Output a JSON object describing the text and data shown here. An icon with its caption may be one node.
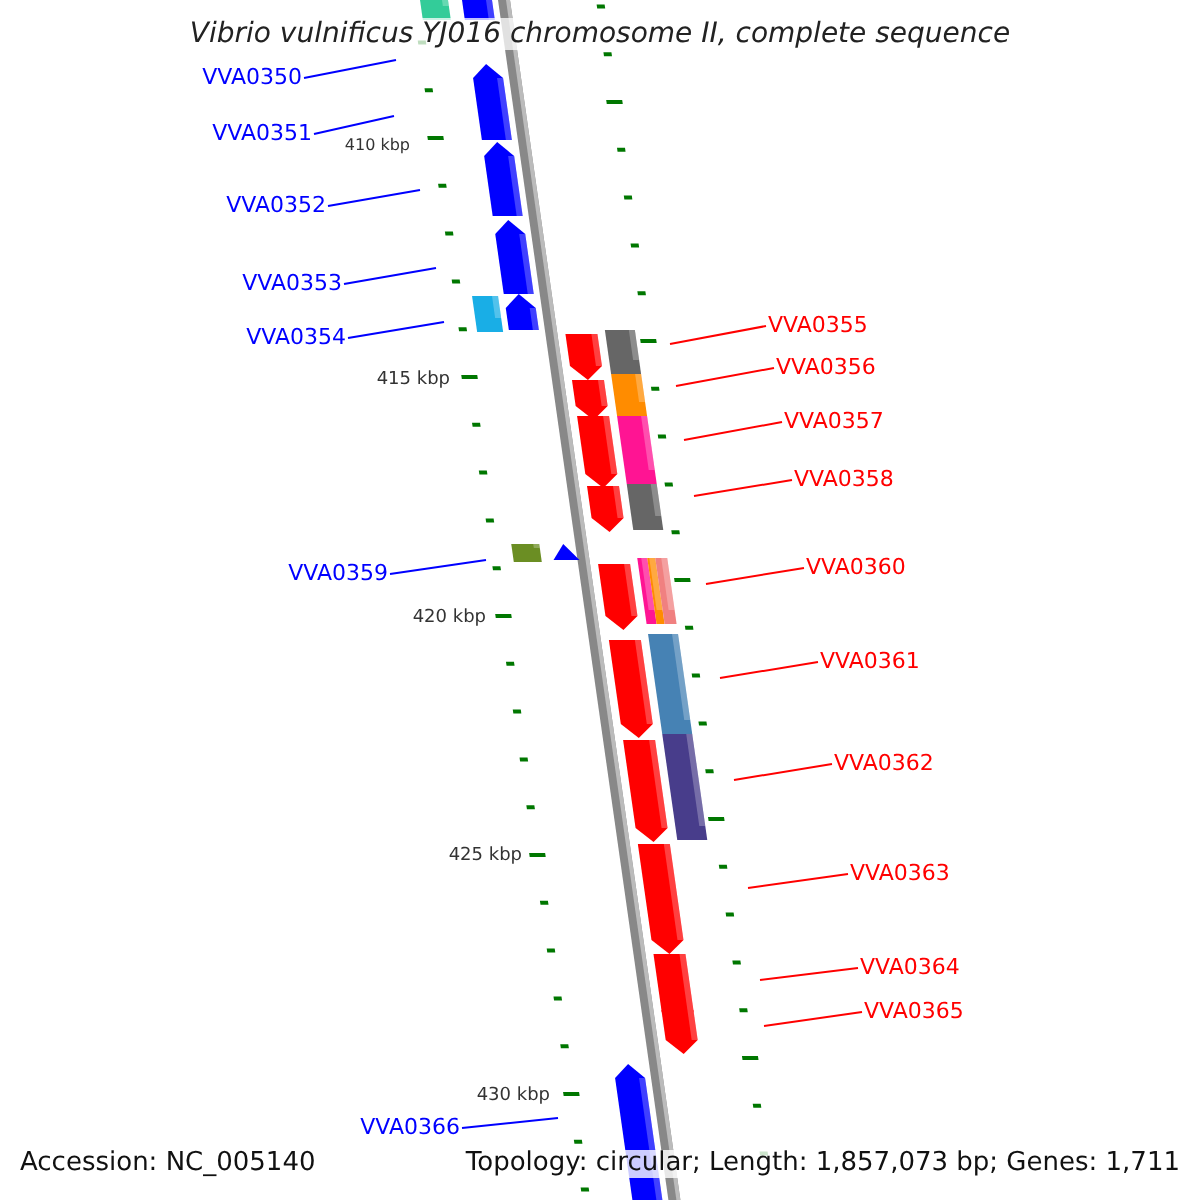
{
  "diagram": {
    "title": "Vibrio vulnificus YJ016 chromosome II, complete sequence",
    "nodes": [
      {
        "text": [
          "VVA0350"
        ]
      },
      {
        "text": [
          "VVA0351"
        ]
      },
      {
        "text": [
          "VVA0352"
        ]
      },
      {
        "text": [
          "VVA0353"
        ]
      },
      {
        "text": [
          "VVA0354"
        ]
      },
      {
        "text": [
          "VVA0355"
        ]
      },
      {
        "text": [
          "VVA0356"
        ]
      },
      {
        "text": [
          "VVA0357"
        ]
      },
      {
        "text": [
          "VVA0358"
        ]
      },
      {
        "text": [
          "VVA0359"
        ]
      },
      {
        "text": [
          "VVA0360"
        ]
      },
      {
        "text": [
          "VVA0361"
        ]
      },
      {
        "text": [
          "VVA0362"
        ]
      },
      {
        "text": [
          "VVA0363"
        ]
      },
      {
        "text": [
          "VVA0364"
        ]
      },
      {
        "text": [
          "VVA0365"
        ]
      },
      {
        "text": [
          "VVA0366"
        ]
      }
    ],
    "edges": [
      {
        "from": 0,
        "to": null,
        "arrow": "none",
        "color": "#0000ff"
      },
      {
        "from": 1,
        "to": null,
        "arrow": "none",
        "color": "#0000ff"
      },
      {
        "from": 2,
        "to": null,
        "arrow": "none",
        "color": "#0000ff"
      },
      {
        "from": 3,
        "to": null,
        "arrow": "none",
        "color": "#0000ff"
      },
      {
        "from": 4,
        "to": null,
        "arrow": "none",
        "color": "#0000ff"
      },
      {
        "from": 5,
        "to": null,
        "arrow": "none"
      },
      {
        "from": 6,
        "to": null,
        "arrow": "none"
      },
      {
        "from": 7,
        "to": null,
        "arrow": "none"
      },
      {
        "from": 8,
        "to": null,
        "arrow": "none"
      },
      {
        "from": 9,
        "to": null,
        "arrow": "none",
        "color": "#0000ff"
      },
      {
        "from": 10,
        "to": null,
        "arrow": "none"
      },
      {
        "from": 11,
        "to": null,
        "arrow": "none"
      },
      {
        "from": 12,
        "to": null,
        "arrow": "none"
      },
      {
        "from": 13,
        "to": null,
        "arrow": "none"
      },
      {
        "from": 14,
        "to": null,
        "arrow": "none"
      },
      {
        "from": 15,
        "to": null,
        "arrow": "none"
      },
      {
        "from": 16,
        "to": null,
        "arrow": "none",
        "color": "#0000ff"
      }
    ],
    "labels": [
      "410 kbp",
      "415 kbp",
      "420 kbp",
      "425 kbp",
      "430 kbp",
      "Accession: NC_005140",
      "Topology: circular; Length: 1,857,073 bp; Genes: 1,711"
    ]
  }
}
